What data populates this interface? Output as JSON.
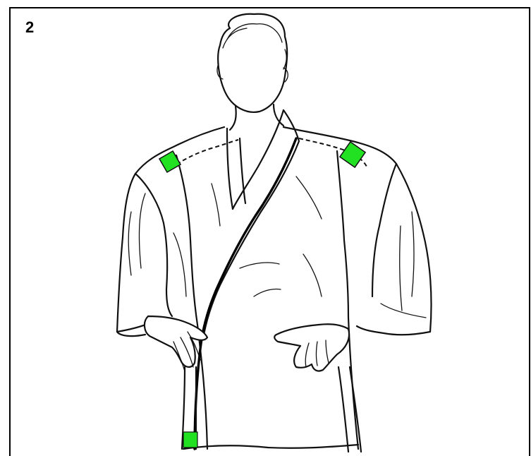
{
  "step": {
    "number": "2"
  },
  "colors": {
    "marker": "#22e022",
    "ink": "#111111",
    "background": "#ffffff"
  },
  "markers": [
    {
      "name": "left-shoulder-marker"
    },
    {
      "name": "right-shoulder-marker"
    },
    {
      "name": "belt-end-marker"
    }
  ]
}
